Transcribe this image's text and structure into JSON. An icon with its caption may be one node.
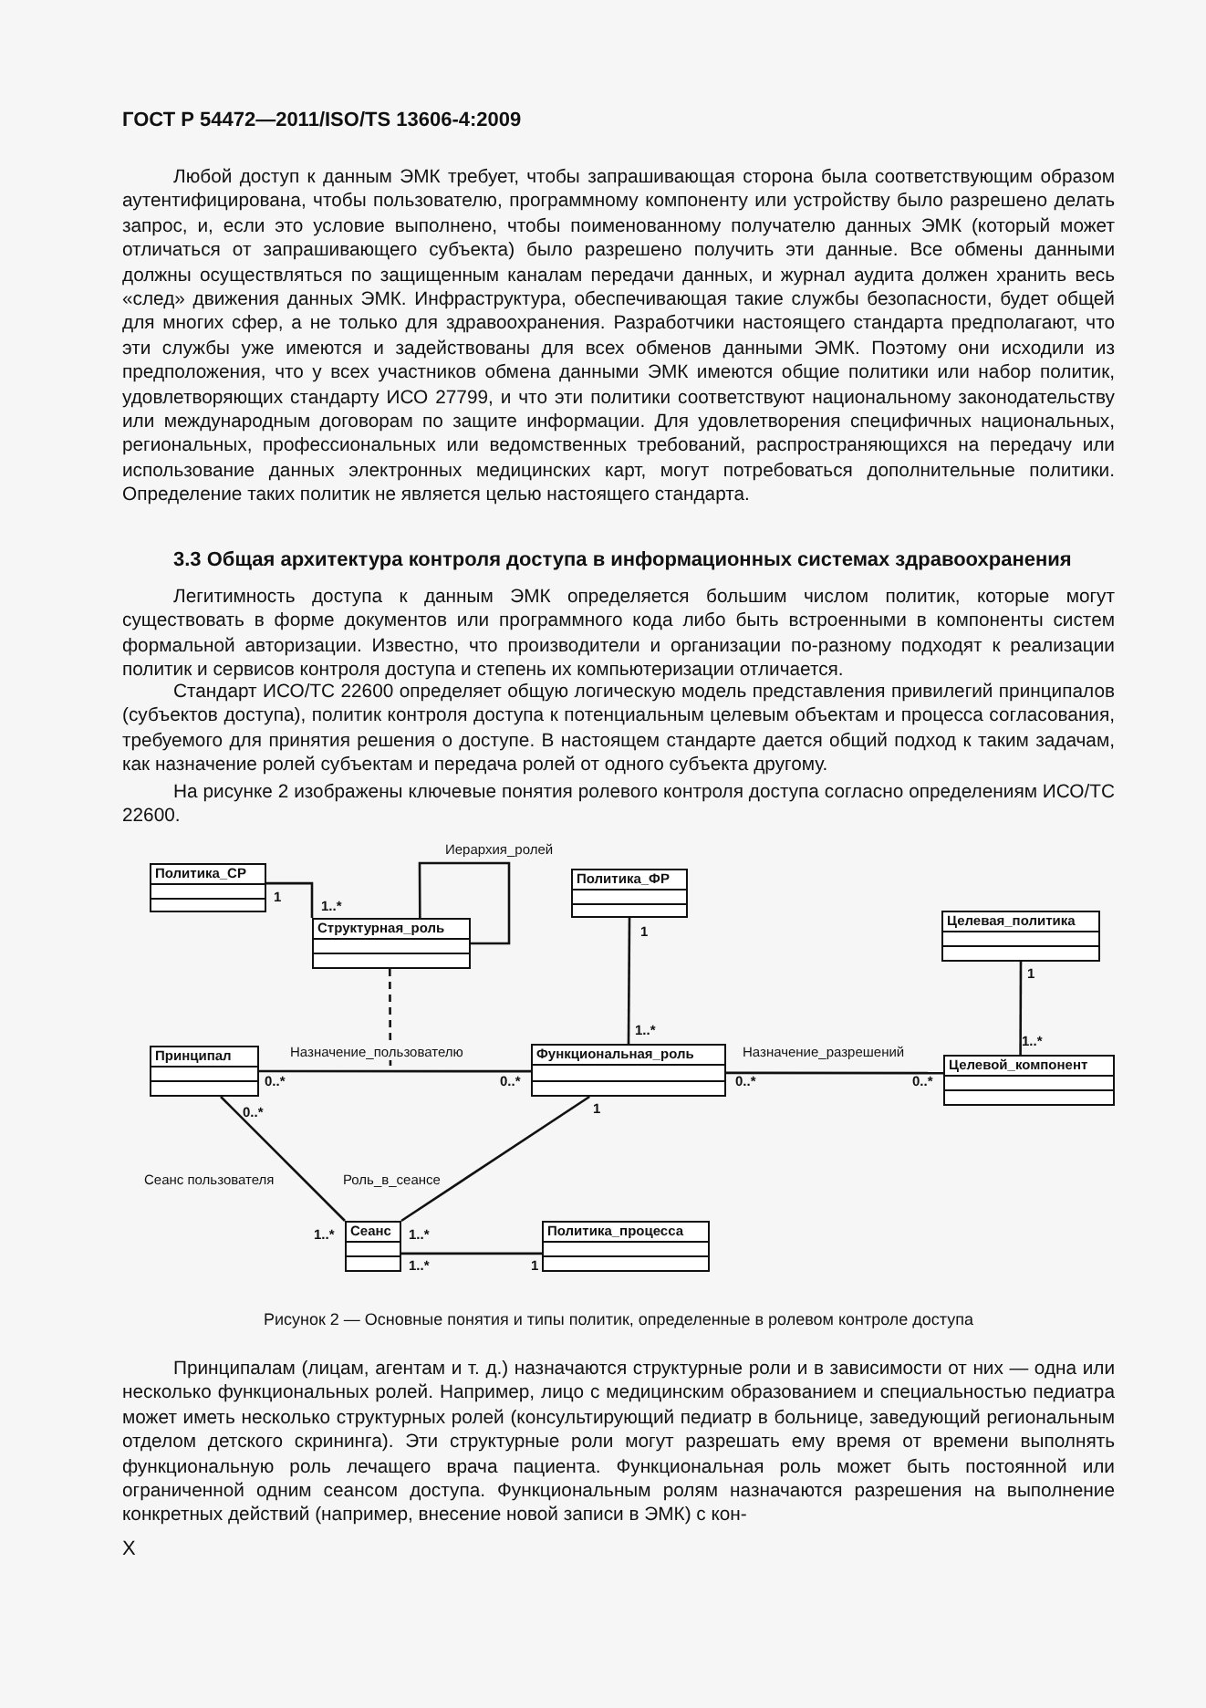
{
  "diagram": {
    "caption": "Рисунок 2 — Основные понятия и типы политик, определенные в ролевом контроле доступа",
    "nodes": [
      {
        "text": [
          "Политика_СР"
        ]
      },
      {
        "text": [
          "Структурная_роль"
        ]
      },
      {
        "text": [
          "Политика_ФР"
        ]
      },
      {
        "text": [
          "Целевая_политика"
        ]
      },
      {
        "text": [
          "Принципал"
        ]
      },
      {
        "text": [
          "Функциональная_роль"
        ]
      },
      {
        "text": [
          "Целевой_компонент"
        ]
      },
      {
        "text": [
          "Сеанс"
        ]
      },
      {
        "text": [
          "Политика_процесса"
        ]
      }
    ],
    "edges": [
      {
        "from": 0,
        "to": 1,
        "arrow": "none"
      },
      {
        "from": 1,
        "to": 1,
        "arrow": "none",
        "label": "Иерархия_ролей"
      },
      {
        "from": 2,
        "to": 5,
        "arrow": "none"
      },
      {
        "from": 3,
        "to": 6,
        "arrow": "none"
      },
      {
        "from": 4,
        "to": 5,
        "arrow": "none",
        "label": "Назначение_пользователю"
      },
      {
        "from": 1,
        "to": null,
        "arrow": "none",
        "style": "dashed"
      },
      {
        "from": 5,
        "to": 6,
        "arrow": "none",
        "label": "Назначение_разрешений"
      },
      {
        "from": 4,
        "to": 7,
        "arrow": "none",
        "label": "Сеанс пользователя"
      },
      {
        "from": 5,
        "to": 7,
        "arrow": "none",
        "label": "Роль_в_сеансе"
      },
      {
        "from": 7,
        "to": 8,
        "arrow": "none"
      }
    ],
    "labels": [
      "ГОСТ Р 54472—2011/ISO/TS 13606-4:2009",
      "Любой доступ к данным ЭМК требует, чтобы запрашивающая сторона была соответствующим образом аутентифицирована, чтобы пользователю, программному компоненту или устройству было разрешено делать запрос, и, если это условие выполнено, чтобы поименованному получателю данных ЭМК (который может отличаться от запрашивающего субъекта) было разрешено получить эти данные. Все обмены данными должны осуществляться по защищенным каналам передачи данных, и журнал аудита должен хранить весь «след» движения данных ЭМК. Инфраструктура, обеспечивающая такие службы безопасности, будет общей для многих сфер, а не только для здравоохранения. Разработчики настоящего стандарта предполагают, что эти службы уже имеются и задействованы для всех обменов данными ЭМК. Поэтому они исходили из предположения, что у всех участников обмена данными ЭМК имеются общие политики или набор политик, удовлетворяющих стандарту ИСО 27799, и что эти политики соответствуют национальному законодательству или международным договорам по защите информации. Для удовлетворения специфичных национальных, региональных, профессиональных или ведомственных требований, распространяющихся на передачу или использование данных электронных медицинских карт, могут потребоваться дополнительные политики. Определение таких политик не является целью настоящего стандарта.",
      "3.3 Общая архитектура контроля доступа в информационных системах здравоохранения",
      "Легитимность доступа к данным ЭМК определяется большим числом политик, которые могут существовать в форме документов или программного кода либо быть встроенными в компоненты систем формальной авторизации. Известно, что производители и организации по-разному подходят к реализации политик и сервисов контроля доступа и степень их компьютеризации отличается.",
      "Стандарт ИСО/ТС 22600 определяет общую логическую модель представления привилегий принципалов (субъектов доступа), политик контроля доступа к потенциальным целевым объектам и процесса согласования, требуемого для принятия решения о доступе. В настоящем стандарте дается общий подход к таким задачам, как назначение ролей субъектам и передача ролей от одного субъекта другому.",
      "На рисунке 2 изображены ключевые понятия ролевого контроля доступа согласно определениям ИСО/ТС 22600.",
      "1",
      "1..*",
      "1",
      "1",
      "1..*",
      "1..*",
      "0..*",
      "0..*",
      "0..*",
      "0..*",
      "0..*",
      "1",
      "1..*",
      "1..*",
      "1..*",
      "1",
      "Принципалам (лицам, агентам и т. д.) назначаются структурные роли и в зависимости от них — одна или несколько функциональных ролей. Например, лицо с медицинским образованием и специальностью педиатра может иметь несколько структурных ролей (консультирующий педиатр в больнице, заведующий региональным отделом детского скрининга). Эти структурные роли могут разрешать ему время от времени выполнять функциональную роль лечащего врача пациента. Функциональная роль может быть постоянной или ограниченной одним сеансом доступа. Функциональным ролям назначаются разрешения на выполнение конкретных действий (например, внесение новой записи в ЭМК) с кон-",
      "X"
    ]
  }
}
